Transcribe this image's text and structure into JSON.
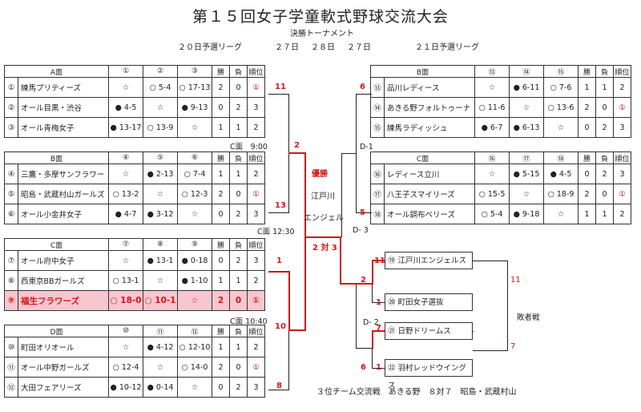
{
  "title": "第１５回女子学童軟式野球交流大会",
  "subtitle": "決勝トーナメント",
  "dates": {
    "left": "２０日予選リーグ",
    "mid1": "２７日",
    "mid2": "２８日",
    "mid3": "２７日",
    "right": "２１日予選リーグ"
  },
  "leagues": {
    "A": {
      "header": [
        "A面",
        "①",
        "②",
        "③",
        "勝",
        "負",
        "順位"
      ],
      "rows": [
        {
          "no": "①",
          "name": "練馬プリティーズ",
          "c1": "☆",
          "c2": "○ 5-4",
          "c3": "○ 17-13",
          "w": "2",
          "l": "0",
          "rank": "①"
        },
        {
          "no": "②",
          "name": "オール目黒・渋谷",
          "c1": "● 4-5",
          "c2": "☆",
          "c3": "● 9-13",
          "w": "0",
          "l": "2",
          "rank": "3"
        },
        {
          "no": "③",
          "name": "オール青梅女子",
          "c1": "● 13-17",
          "c2": "○ 13-9",
          "c3": "☆",
          "w": "1",
          "l": "1",
          "rank": "2"
        }
      ]
    },
    "B": {
      "header": [
        "B面",
        "④",
        "⑤",
        "⑥",
        "勝",
        "負",
        "順位"
      ],
      "rows": [
        {
          "no": "④",
          "name": "三鷹・多摩サンフラワー",
          "c1": "☆",
          "c2": "● 2-13",
          "c3": "○ 7-4",
          "w": "1",
          "l": "1",
          "rank": "2"
        },
        {
          "no": "⑤",
          "name": "昭島・武蔵村山ガールズ",
          "c1": "○ 13-2",
          "c2": "☆",
          "c3": "○ 12-3",
          "w": "2",
          "l": "0",
          "rank": "①"
        },
        {
          "no": "⑥",
          "name": "オール小金井女子",
          "c1": "● 4-7",
          "c2": "● 3-12",
          "c3": "☆",
          "w": "0",
          "l": "2",
          "rank": "3"
        }
      ]
    },
    "C": {
      "header": [
        "C面",
        "⑦",
        "⑧",
        "⑨",
        "勝",
        "負",
        "順位"
      ],
      "rows": [
        {
          "no": "⑦",
          "name": "オール府中女子",
          "c1": "☆",
          "c2": "● 13-1",
          "c3": "● 0-18",
          "w": "0",
          "l": "2",
          "rank": "3"
        },
        {
          "no": "⑧",
          "name": "西東京BBガールズ",
          "c1": "○ 13-1",
          "c2": "☆",
          "c3": "● 1-10",
          "w": "1",
          "l": "1",
          "rank": "2"
        },
        {
          "no": "⑨",
          "name": "福生フラワーズ",
          "c1": "○ 18-0",
          "c2": "○ 10-1",
          "c3": "☆",
          "w": "2",
          "l": "0",
          "rank": "①"
        }
      ]
    },
    "D": {
      "header": [
        "D面",
        "⑩",
        "⑪",
        "⑫",
        "勝",
        "負",
        "順位"
      ],
      "rows": [
        {
          "no": "⑩",
          "name": "町田オリオール",
          "c1": "☆",
          "c2": "● 4-12",
          "c3": "○ 12-10",
          "w": "1",
          "l": "1",
          "rank": "2"
        },
        {
          "no": "⑪",
          "name": "オール中野ガールズ",
          "c1": "○ 12-4",
          "c2": "☆",
          "c3": "○ 14-0",
          "w": "2",
          "l": "0",
          "rank": "①"
        },
        {
          "no": "⑫",
          "name": "大田フェアリーズ",
          "c1": "● 10-12",
          "c2": "● 0-14",
          "c3": "☆",
          "w": "0",
          "l": "2",
          "rank": "3"
        }
      ]
    },
    "E": {
      "header": [
        "B面",
        "⑬",
        "⑭",
        "⑮",
        "勝",
        "負",
        "順位"
      ],
      "rows": [
        {
          "no": "⑬",
          "name": "品川レディース",
          "c1": "☆",
          "c2": "● 6-11",
          "c3": "○ 7-6",
          "w": "1",
          "l": "1",
          "rank": "2"
        },
        {
          "no": "⑭",
          "name": "あきる野フォルトゥーナ",
          "c1": "○ 11-6",
          "c2": "☆",
          "c3": "○ 13-6",
          "w": "2",
          "l": "0",
          "rank": "①"
        },
        {
          "no": "⑮",
          "name": "練馬ラディッシュ",
          "c1": "● 6-7",
          "c2": "● 6-13",
          "c3": "☆",
          "w": "0",
          "l": "2",
          "rank": "3"
        }
      ]
    },
    "F": {
      "header": [
        "C面",
        "⑯",
        "⑰",
        "⑱",
        "勝",
        "負",
        "順位"
      ],
      "rows": [
        {
          "no": "⑯",
          "name": "レディース立川",
          "c1": "☆",
          "c2": "● 5-15",
          "c3": "● 4-5",
          "w": "0",
          "l": "2",
          "rank": "3"
        },
        {
          "no": "⑰",
          "name": "八王子スマイリーズ",
          "c1": "○ 15-5",
          "c2": "☆",
          "c3": "○ 18-9",
          "w": "2",
          "l": "0",
          "rank": "①"
        },
        {
          "no": "⑱",
          "name": "オール調布ベリーズ",
          "c1": "○ 5-4",
          "c2": "● 9-18",
          "c3": "☆",
          "w": "1",
          "l": "1",
          "rank": "2"
        }
      ]
    }
  },
  "bracket": {
    "scoreA": "11",
    "scoreB": "13",
    "scoreC": "1",
    "scoreD": "10",
    "semiLeftTop": "2",
    "semiLeftBot": "8",
    "scoreE": "6",
    "scoreF": "5",
    "venueC9": "C面　9:00",
    "venueC1230": "C面 12:30",
    "venueC1040": "C面 10:40",
    "d1": "D-1",
    "d3": "D- 3",
    "d2": "D- 2",
    "champLabel": "優勝",
    "champName1": "江戸川",
    "champName2": "エンジェル",
    "finalScore": "2 対 3"
  },
  "consolation": {
    "teams": [
      "⑲ 江戸川エンジェルス",
      "⑳ 町田女子選抜",
      "㉑ 日野ドリームス",
      "㉒ 羽村レッドウイングス"
    ],
    "s1": "11",
    "s2": "1",
    "s3": "7",
    "s4": "1",
    "semiTop": "2",
    "semiBot": "6",
    "rightTop": "11",
    "rightBot": "7",
    "label": "敗者戦"
  },
  "footer": "３位チーム交流戦　あきる野　８対７　昭島・武蔵村山"
}
